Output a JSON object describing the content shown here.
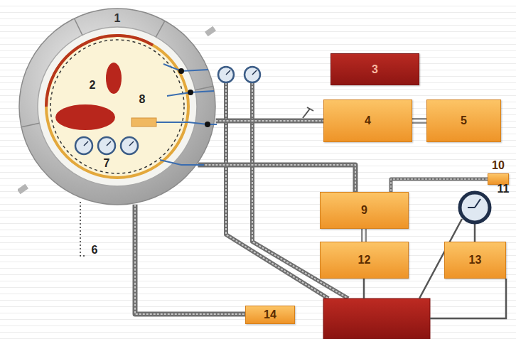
{
  "diagram": {
    "nodes": [
      {
        "text": [
          "1"
        ]
      },
      {
        "text": [
          "3"
        ]
      },
      {
        "text": [
          "4"
        ]
      },
      {
        "text": [
          "5"
        ]
      },
      {
        "text": [
          "10"
        ]
      },
      {
        "text": [
          "9"
        ]
      },
      {
        "text": [
          "12"
        ]
      },
      {
        "text": [
          "13"
        ]
      },
      {
        "text": [
          "14"
        ]
      }
    ],
    "edges": [
      {
        "from": 0,
        "to": 2,
        "arrow": "none"
      },
      {
        "from": 2,
        "to": 3,
        "arrow": "none"
      },
      {
        "from": 0,
        "to": 5,
        "arrow": "none"
      },
      {
        "from": 4,
        "to": 5,
        "arrow": "none"
      },
      {
        "from": 5,
        "to": 6,
        "arrow": "none"
      },
      {
        "from": 0,
        "to": 8,
        "arrow": "none"
      }
    ],
    "labels": [
      "2",
      "8",
      "7",
      "6",
      "11"
    ]
  }
}
